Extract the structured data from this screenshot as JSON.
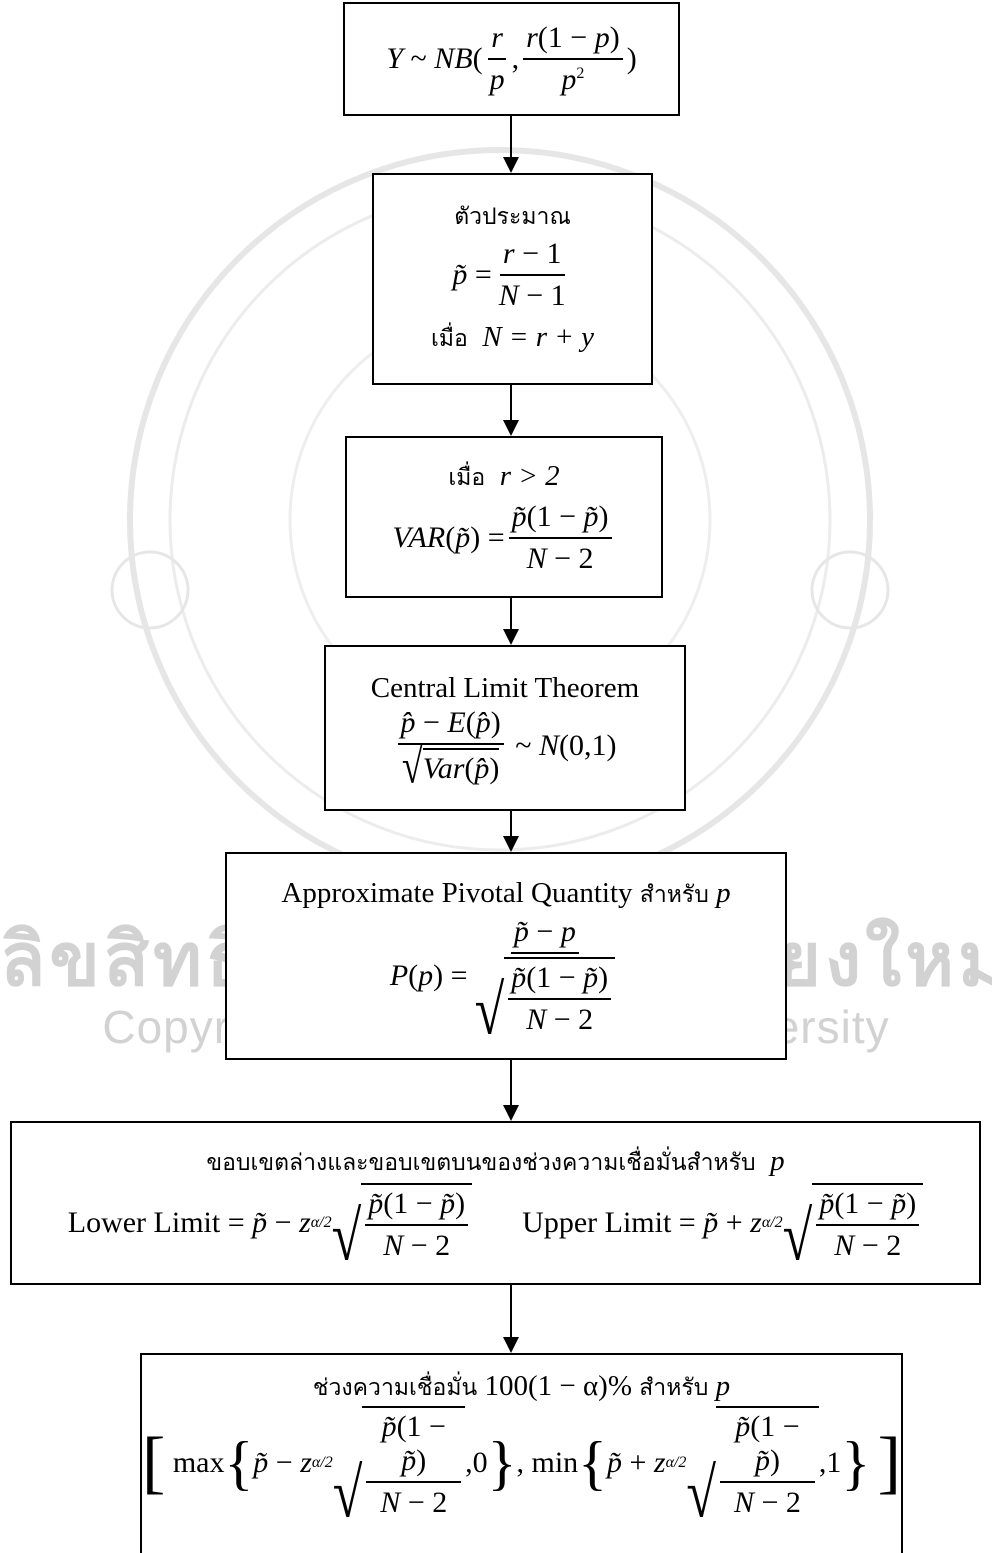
{
  "watermark": {
    "thai": "ลิขสิทธิ์มหาวิทยาลัยเชียงใหม่",
    "copyright": "Copyright© by Chiang Mai University"
  },
  "steps": {
    "s1": {
      "formula": "Y ~ NB(r/p, r(1−p)/p²)"
    },
    "s2": {
      "title": "ตัวประมาณ",
      "estimator": "p̃ = (r−1)/(N−1)",
      "where_word": "เมื่อ",
      "where_expr": "N = r + y"
    },
    "s3": {
      "where_word": "เมื่อ",
      "where_expr": "r > 2",
      "variance": "VAR(p̃) = p̃(1−p̃)/(N−2)"
    },
    "s4": {
      "title": "Central Limit Theorem",
      "formula": "(p̂ − E(p̂))/√Var(p̂) ~ N(0,1)"
    },
    "s5": {
      "title_en": "Approximate Pivotal Quantity",
      "title_th": "สำหรับ",
      "title_var": "p",
      "formula": "P(p) = (p̃ − p)/√(p̃(1−p̃)/(N−2))"
    },
    "s6": {
      "title_th": "ขอบเขตล่างและขอบเขตบนของช่วงความเชื่อมั่นสำหรับ",
      "title_var": "p",
      "lower_label": "Lower Limit =",
      "upper_label": "Upper Limit ="
    },
    "s7": {
      "title_th": "ช่วงความเชื่อมั่น",
      "title_num": "100(1 − α)%",
      "title_th2": "สำหรับ",
      "title_var": "p",
      "max_word": "max",
      "min_word": "min"
    }
  }
}
